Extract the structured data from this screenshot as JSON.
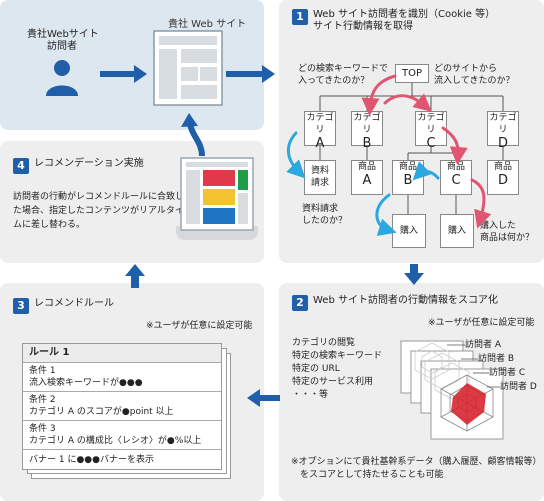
{
  "visitor": {
    "label_line1": "貴社Webサイト",
    "label_line2": "訪問者"
  },
  "website": {
    "title": "貴社 Web サイト"
  },
  "step1": {
    "number": "1",
    "title_line1": "Web サイト訪問者を識別（Cookie 等）",
    "title_line2": "サイト行動情報を取得",
    "question_keyword_1": "どの検索キーワードで",
    "question_keyword_2": "入ってきたのか？",
    "question_site_1": "どのサイトから",
    "question_site_2": "流入してきたのか？",
    "top": "TOP",
    "categories": [
      {
        "label": "カテゴリ",
        "letter": "A"
      },
      {
        "label": "カテゴリ",
        "letter": "B"
      },
      {
        "label": "カテゴリ",
        "letter": "C"
      },
      {
        "label": "カテゴリ",
        "letter": "D"
      }
    ],
    "doc_1": "資料",
    "doc_2": "請求",
    "products": [
      {
        "label": "商品",
        "letter": "A"
      },
      {
        "label": "商品",
        "letter": "B"
      },
      {
        "label": "商品",
        "letter": "C"
      },
      {
        "label": "商品",
        "letter": "D"
      }
    ],
    "purchase": "購入",
    "question_doc_1": "資料請求",
    "question_doc_2": "したのか？",
    "question_purchase_1": "購入した",
    "question_purchase_2": "商品は何か？"
  },
  "step2": {
    "number": "2",
    "title": "Web サイト訪問者の行動情報をスコア化",
    "note": "※ユーザが任意に設定可能",
    "items": [
      "カテゴリの閲覧",
      "特定の検索キーワード",
      "特定の URL",
      "特定のサービス利用",
      "・・・等"
    ],
    "visitors": [
      "訪問者 A",
      "訪問者 B",
      "訪問者 C",
      "訪問者 D"
    ],
    "footnote_1": "※オプションにて貴社基幹系データ（購入履歴、顧客情報等）",
    "footnote_2": "をスコアとして持たせることも可能"
  },
  "step3": {
    "number": "3",
    "title": "レコメンドルール",
    "note": "※ユーザが任意に設定可能",
    "rule_title": "ルール 1",
    "cond1_label": "条件 1",
    "cond1_text": "流入検索キーワードが●●●",
    "cond2_label": "条件 2",
    "cond2_text": "カテゴリ A のスコアが●point 以上",
    "cond3_label": "条件 3",
    "cond3_text": "カテゴリ A の構成比〈レシオ〉が●%以上",
    "banner": "バナー 1 に●●●バナーを表示"
  },
  "step4": {
    "number": "4",
    "title": "レコメンデーション実施",
    "desc_1": "訪問者の行動がレコメンドルールに合致し",
    "desc_2": "た場合、指定したコンテンツがリアルタイ",
    "desc_3": "ムに差し替わる。"
  },
  "colors": {
    "accent": "#1f5ea8",
    "arrow": "#1f5ea8",
    "pink": "#e05570",
    "cyan": "#2ba8e0",
    "panel_blue": "#dde7f0",
    "panel_gray": "#eeeeee"
  }
}
